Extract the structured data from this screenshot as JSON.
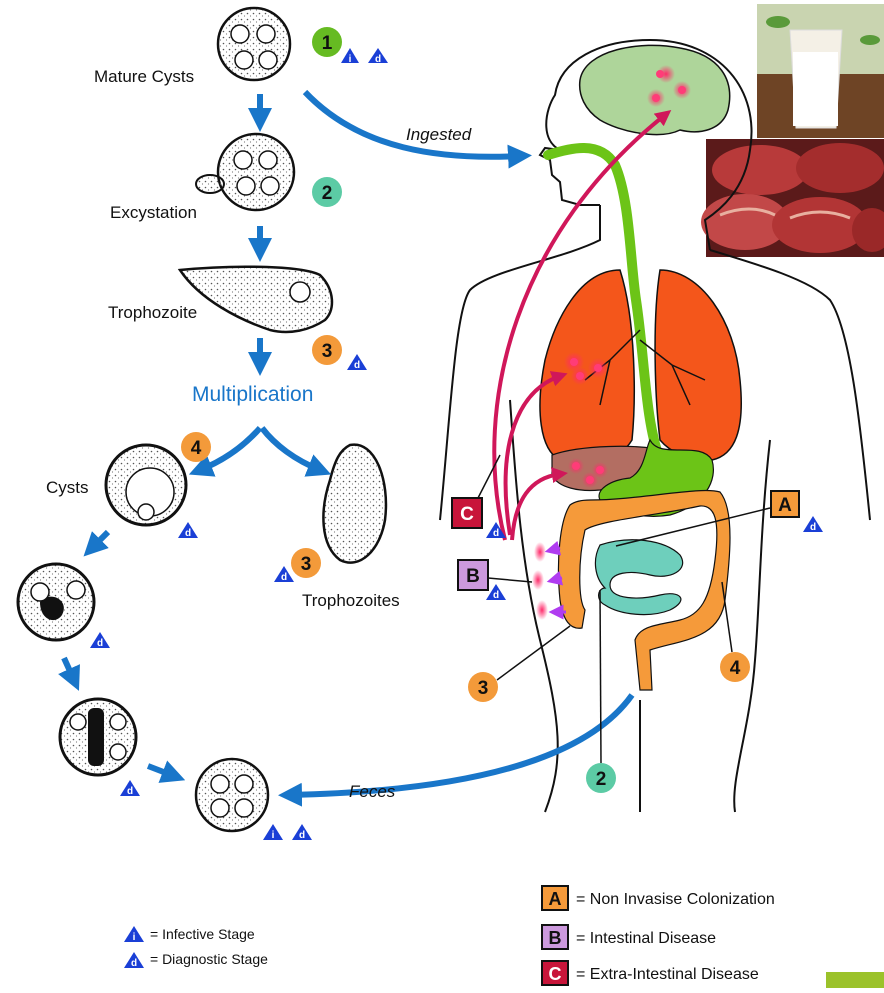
{
  "labels": {
    "mature_cysts": "Mature Cysts",
    "excystation": "Excystation",
    "trophozoite": "Trophozoite",
    "multiplication": "Multiplication",
    "cysts": "Cysts",
    "trophozoites": "Trophozoites",
    "ingested": "Ingested",
    "feces": "Feces"
  },
  "stage_numbers": {
    "n1": "1",
    "n2": "2",
    "n3": "3",
    "n4": "4",
    "n3b": "3",
    "n3c": "3",
    "n4b": "4",
    "n2b": "2"
  },
  "markers": {
    "infective": "i",
    "diagnostic": "d"
  },
  "disease_markers": {
    "A": "A",
    "B": "B",
    "C": "C"
  },
  "legend": {
    "infective_stage": "= Infective Stage",
    "diagnostic_stage": "= Diagnostic Stage",
    "A_text": "= Non Invasise Colonization",
    "B_text": "= Intestinal Disease",
    "C_text": "= Extra-Intestinal Disease"
  },
  "colors": {
    "arrow_blue": "#1976c9",
    "stage_green": "#66bb22",
    "stage_teal": "#5ccba5",
    "stage_orange": "#f39a3a",
    "box_A": "#f59a3a",
    "box_B": "#cc99dd",
    "box_C": "#c8153a",
    "lung": "#f4561b",
    "intestine": "#f59a3a",
    "small_intestine": "#6ecfbc",
    "stomach": "#6cc417",
    "brain": "#aed59a",
    "liver": "#b36e62",
    "path_red": "#d0175a"
  }
}
